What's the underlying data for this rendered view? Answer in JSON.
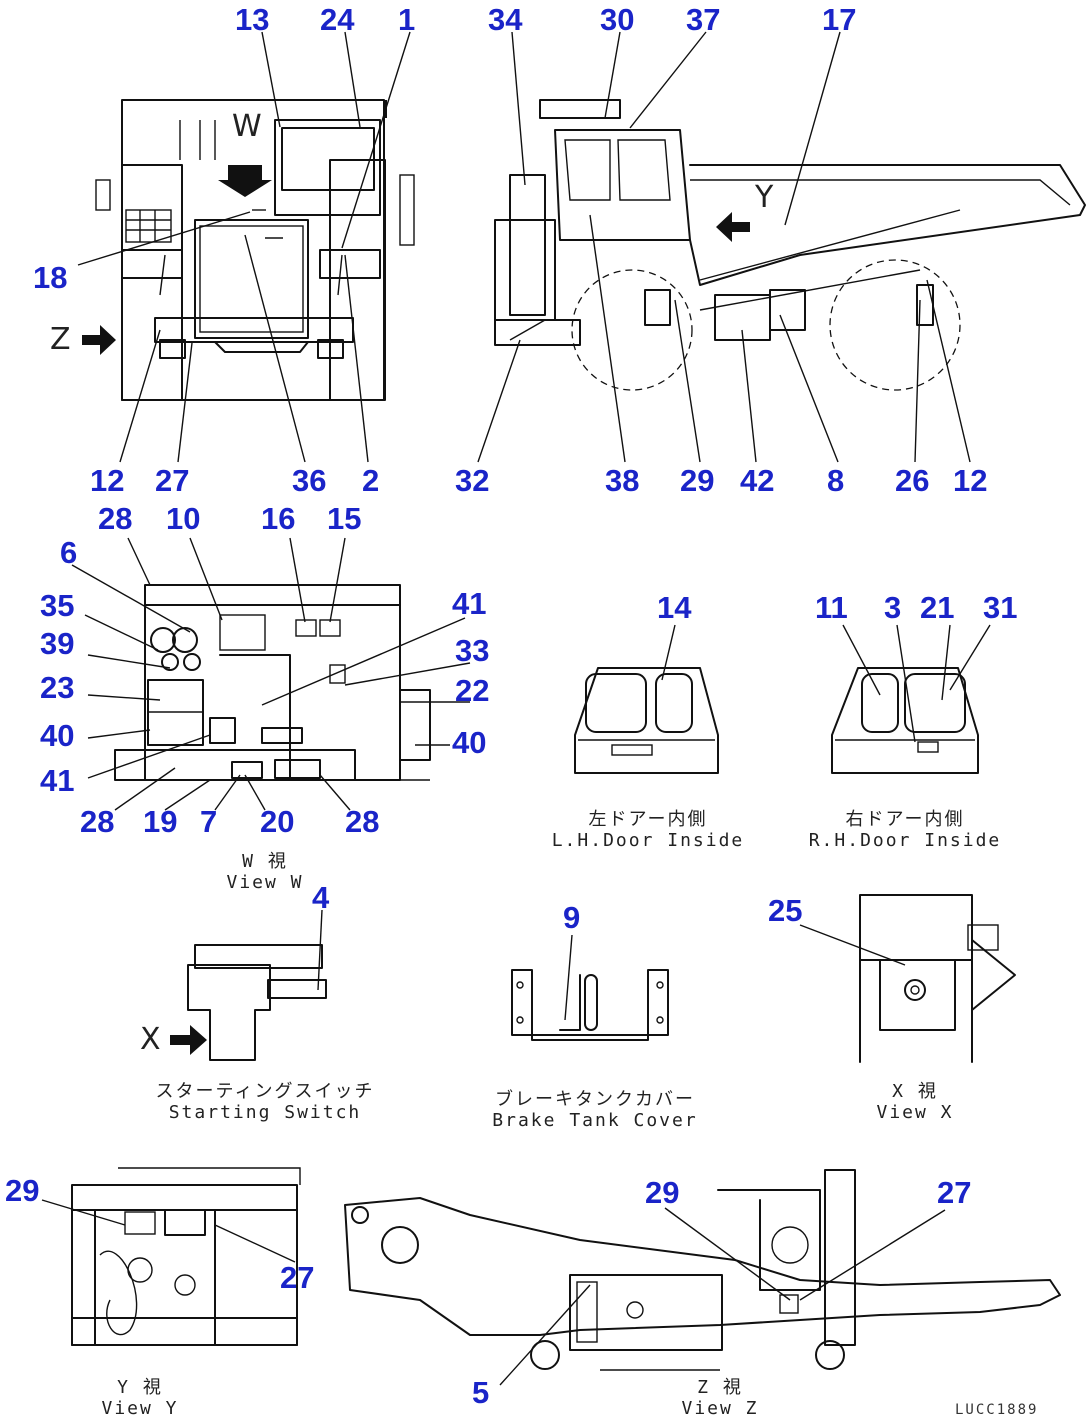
{
  "callouts": {
    "n13": "13",
    "n24": "24",
    "n1": "1",
    "n34": "34",
    "n30": "30",
    "n37": "37",
    "n17": "17",
    "n18": "18",
    "n12a": "12",
    "n27a": "27",
    "n36": "36",
    "n2": "2",
    "n32": "32",
    "n38": "38",
    "n29a": "29",
    "n42": "42",
    "n8": "8",
    "n26": "26",
    "n12b": "12",
    "n28a": "28",
    "n10": "10",
    "n16": "16",
    "n15": "15",
    "n6": "6",
    "n35": "35",
    "n39": "39",
    "n23": "23",
    "n40a": "40",
    "n41a": "41",
    "n41b": "41",
    "n33": "33",
    "n22": "22",
    "n40b": "40",
    "n28b": "28",
    "n19": "19",
    "n7": "7",
    "n20": "20",
    "n28c": "28",
    "n14": "14",
    "n11": "11",
    "n3": "3",
    "n21": "21",
    "n31": "31",
    "n4": "4",
    "n9": "9",
    "n25": "25",
    "n29b": "29",
    "n27b": "27",
    "n29c": "29",
    "n27c": "27",
    "n5": "5"
  },
  "view_letters": {
    "w": "W",
    "z": "Z",
    "y": "Y",
    "x": "X"
  },
  "captions": {
    "lh_door_jp": "左ドアー内側",
    "lh_door_en": "L.H.Door Inside",
    "rh_door_jp": "右ドアー内側",
    "rh_door_en": "R.H.Door Inside",
    "view_w_jp": "W 視",
    "view_w_en": "View W",
    "starting_switch_jp": "スターティングスイッチ",
    "starting_switch_en": "Starting Switch",
    "brake_tank_jp": "ブレーキタンクカバー",
    "brake_tank_en": "Brake Tank Cover",
    "view_x_jp": "X 視",
    "view_x_en": "View X",
    "view_y_jp": "Y 視",
    "view_y_en": "View Y",
    "view_z_jp": "Z 視",
    "view_z_en": "View Z"
  },
  "drawing_code": "LUCC1889",
  "colors": {
    "callout": "#1a24c8",
    "linework": "#111111"
  }
}
